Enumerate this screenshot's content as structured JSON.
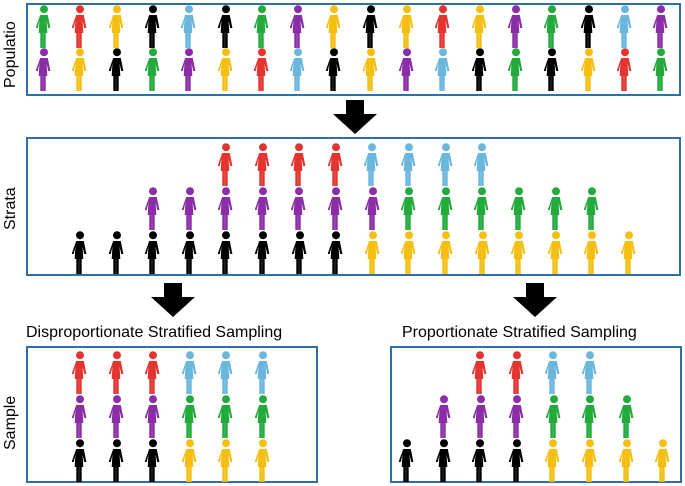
{
  "labels": {
    "population": "Populatio",
    "strata": "Strata",
    "sample": "Sample",
    "disproportionate": "Disproportionate Stratified Sampling",
    "proportionate": "Proportionate Stratified Sampling"
  },
  "colors": {
    "frame": "#2f6ea8",
    "red": "#e3342f",
    "blue": "#6ab6dc",
    "purple": "#8a2ea8",
    "green": "#22aa3c",
    "black": "#000000",
    "yellow": "#f5bf12"
  },
  "icons": {
    "person": "person-icon",
    "arrow": "down-arrow-icon"
  },
  "population": {
    "row1": [
      "green",
      "red",
      "yellow",
      "black",
      "blue",
      "black",
      "green",
      "purple",
      "yellow",
      "black",
      "yellow",
      "red",
      "yellow",
      "purple",
      "green",
      "black",
      "blue",
      "purple"
    ],
    "row2": [
      "purple",
      "yellow",
      "black",
      "green",
      "purple",
      "yellow",
      "red",
      "blue",
      "black",
      "yellow",
      "purple",
      "blue",
      "black",
      "green",
      "black",
      "yellow",
      "red",
      "green"
    ]
  },
  "strata": {
    "red": 4,
    "blue": 4,
    "purple": 7,
    "green": 6,
    "black": 8,
    "yellow": 8
  },
  "disproportionate": {
    "red": 3,
    "blue": 3,
    "purple": 3,
    "green": 3,
    "black": 3,
    "yellow": 3
  },
  "proportionate": {
    "red": 2,
    "blue": 2,
    "purple": 3,
    "green": 3,
    "black": 4,
    "yellow": 4
  }
}
